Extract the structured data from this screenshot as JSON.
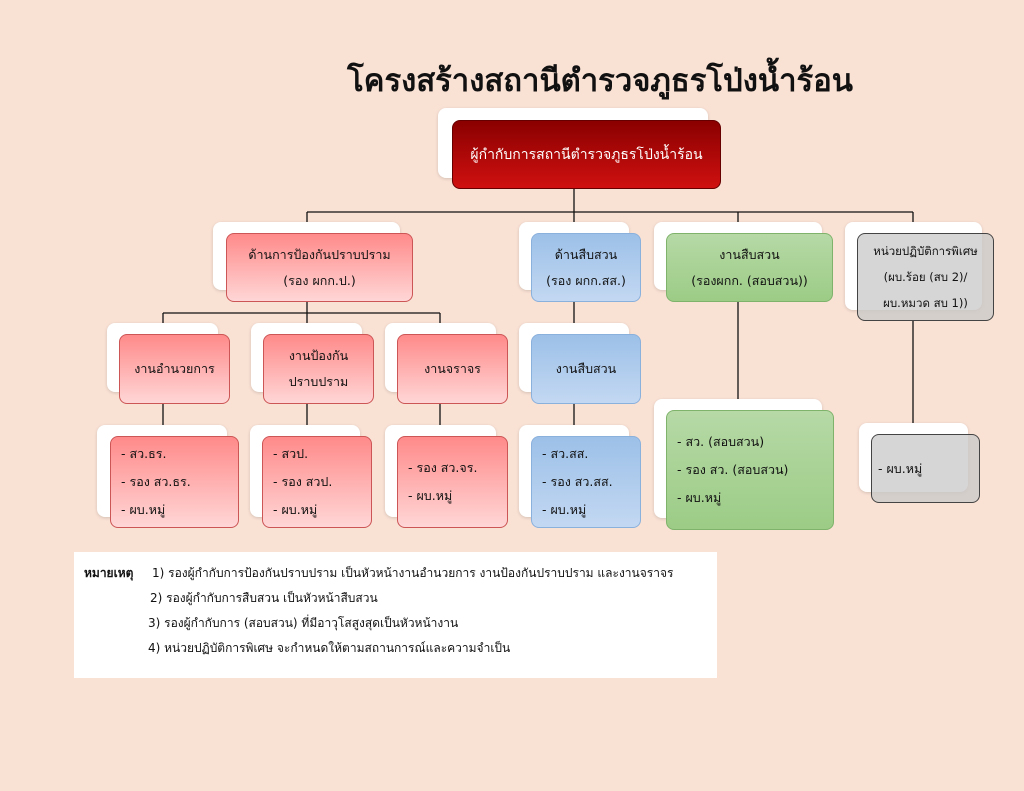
{
  "title": "โครงสร้างสถานีตำรวจภูธรโป่งน้ำร้อน",
  "top": "ผู้กำกับการสถานีตำรวจภูธรโป่งน้ำร้อน",
  "level1": [
    {
      "line1": "ด้านการป้องกันปราบปราม",
      "line2": "(รอง ผกก.ป.)"
    },
    {
      "line1": "ด้านสืบสวน",
      "line2": "(รอง ผกก.สส.)"
    },
    {
      "line1": "งานสืบสวน",
      "line2": "(รองผกก. (สอบสวน))"
    },
    {
      "line1": "หน่วยปฏิบัติการพิเศษ",
      "line2": "(ผบ.ร้อย (สบ 2)/",
      "line3": "ผบ.หมวด สบ 1))"
    }
  ],
  "level2": [
    {
      "line1": "งานอำนวยการ"
    },
    {
      "line1": "งานป้องกัน",
      "line2": "ปราบปราม"
    },
    {
      "line1": "งานจราจร"
    },
    {
      "line1": "งานสืบสวน"
    }
  ],
  "level3": [
    [
      "- สว.ธร.",
      "- รอง สว.ธร.",
      "- ผบ.หมู่"
    ],
    [
      "- สวป.",
      "- รอง สวป.",
      "- ผบ.หมู่"
    ],
    [
      "- รอง สว.จร.",
      "- ผบ.หมู่"
    ],
    [
      "- สว.สส.",
      "- รอง สว.สส.",
      "- ผบ.หมู่"
    ],
    [
      "- สว. (สอบสวน)",
      "- รอง สว. (สอบสวน)",
      "- ผบ.หมู่"
    ],
    [
      "- ผบ.หมู่"
    ]
  ],
  "legend": {
    "label": "หมายเหตุ",
    "notes": [
      "1) รองผู้กำกับการป้องกันปราบปราม เป็นหัวหน้างานอำนวยการ งานป้องกันปราบปราม และงานจราจร",
      "2) รองผู้กำกับการสืบสวน เป็นหัวหน้าสืบสวน",
      "3) รองผู้กำกับการ (สอบสวน) ที่มีอาวุโสสูงสุดเป็นหัวหน้างาน",
      "4) หน่วยปฏิบัติการพิเศษ จะกำหนดให้ตามสถานการณ์และความจำเป็น"
    ]
  }
}
